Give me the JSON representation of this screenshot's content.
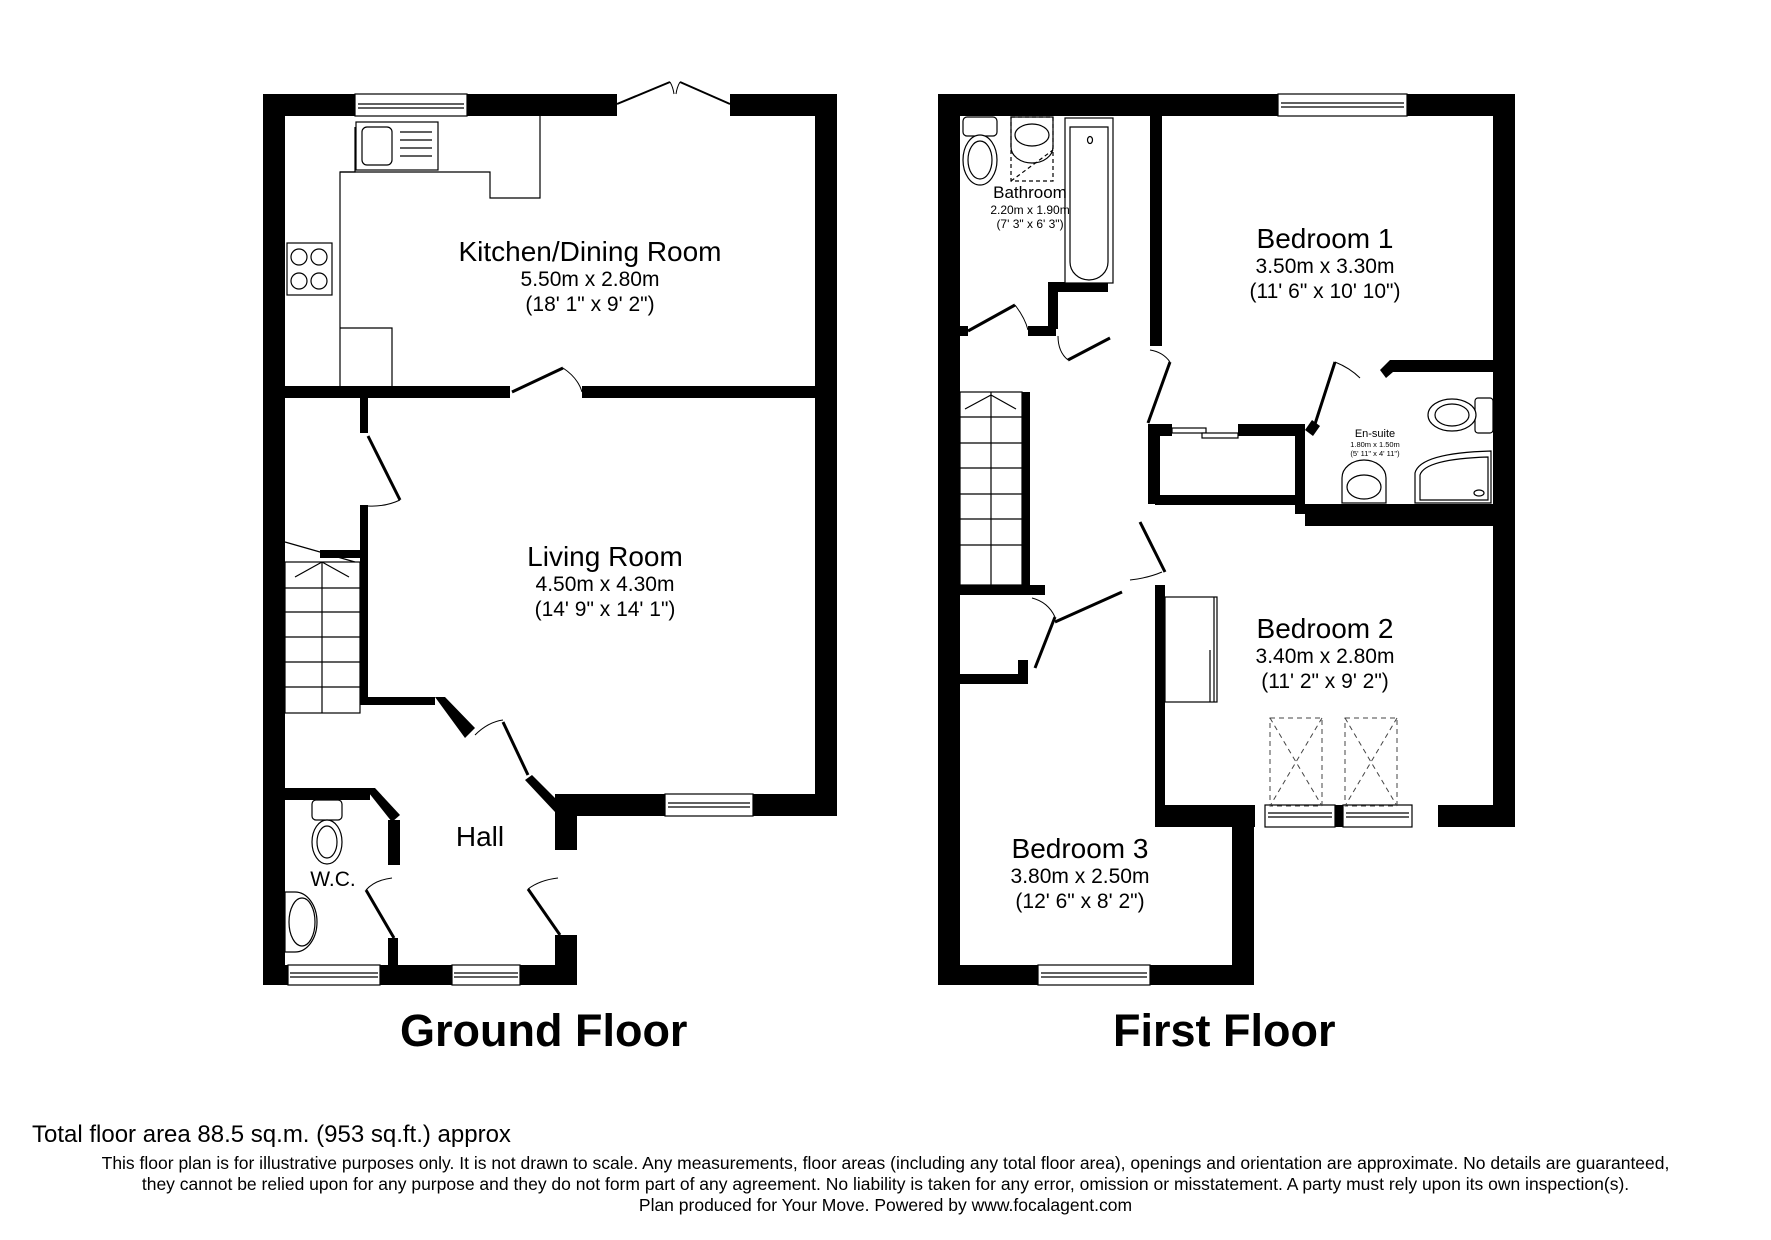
{
  "ground_floor": {
    "title": "Ground Floor",
    "rooms": {
      "kitchen": {
        "name": "Kitchen/Dining Room",
        "metric": "5.50m x 2.80m",
        "imperial": "(18' 1\" x 9' 2\")"
      },
      "living": {
        "name": "Living Room",
        "metric": "4.50m x 4.30m",
        "imperial": "(14' 9\" x 14' 1\")"
      },
      "hall": {
        "name": "Hall"
      },
      "wc": {
        "name": "W.C."
      }
    }
  },
  "first_floor": {
    "title": "First Floor",
    "rooms": {
      "bathroom": {
        "name": "Bathroom",
        "metric": "2.20m x 1.90m",
        "imperial": "(7' 3\" x 6' 3\")"
      },
      "bedroom1": {
        "name": "Bedroom 1",
        "metric": "3.50m x 3.30m",
        "imperial": "(11' 6\" x 10' 10\")"
      },
      "ensuite": {
        "name": "En-suite",
        "metric": "1.80m x 1.50m",
        "imperial": "(5' 11\" x 4' 11\")"
      },
      "bedroom2": {
        "name": "Bedroom 2",
        "metric": "3.40m x 2.80m",
        "imperial": "(11' 2\" x 9' 2\")"
      },
      "bedroom3": {
        "name": "Bedroom 3",
        "metric": "3.80m x 2.50m",
        "imperial": "(12' 6\" x 8' 2\")"
      }
    }
  },
  "footer": {
    "total_area": "Total floor area 88.5 sq.m. (953 sq.ft.) approx",
    "disclaimer_lines": [
      "This floor plan is for illustrative purposes only. It is not drawn to scale. Any measurements, floor areas (including any total floor area), openings and orientation are approximate. No details are guaranteed,",
      "they cannot be relied upon for any purpose and they do not form part of any agreement. No liability is taken for any error, omission or misstatement. A party must rely upon its own inspection(s).",
      "Plan produced for Your Move. Powered by www.focalagent.com"
    ]
  },
  "colors": {
    "wall": "#000000",
    "background": "#ffffff"
  }
}
